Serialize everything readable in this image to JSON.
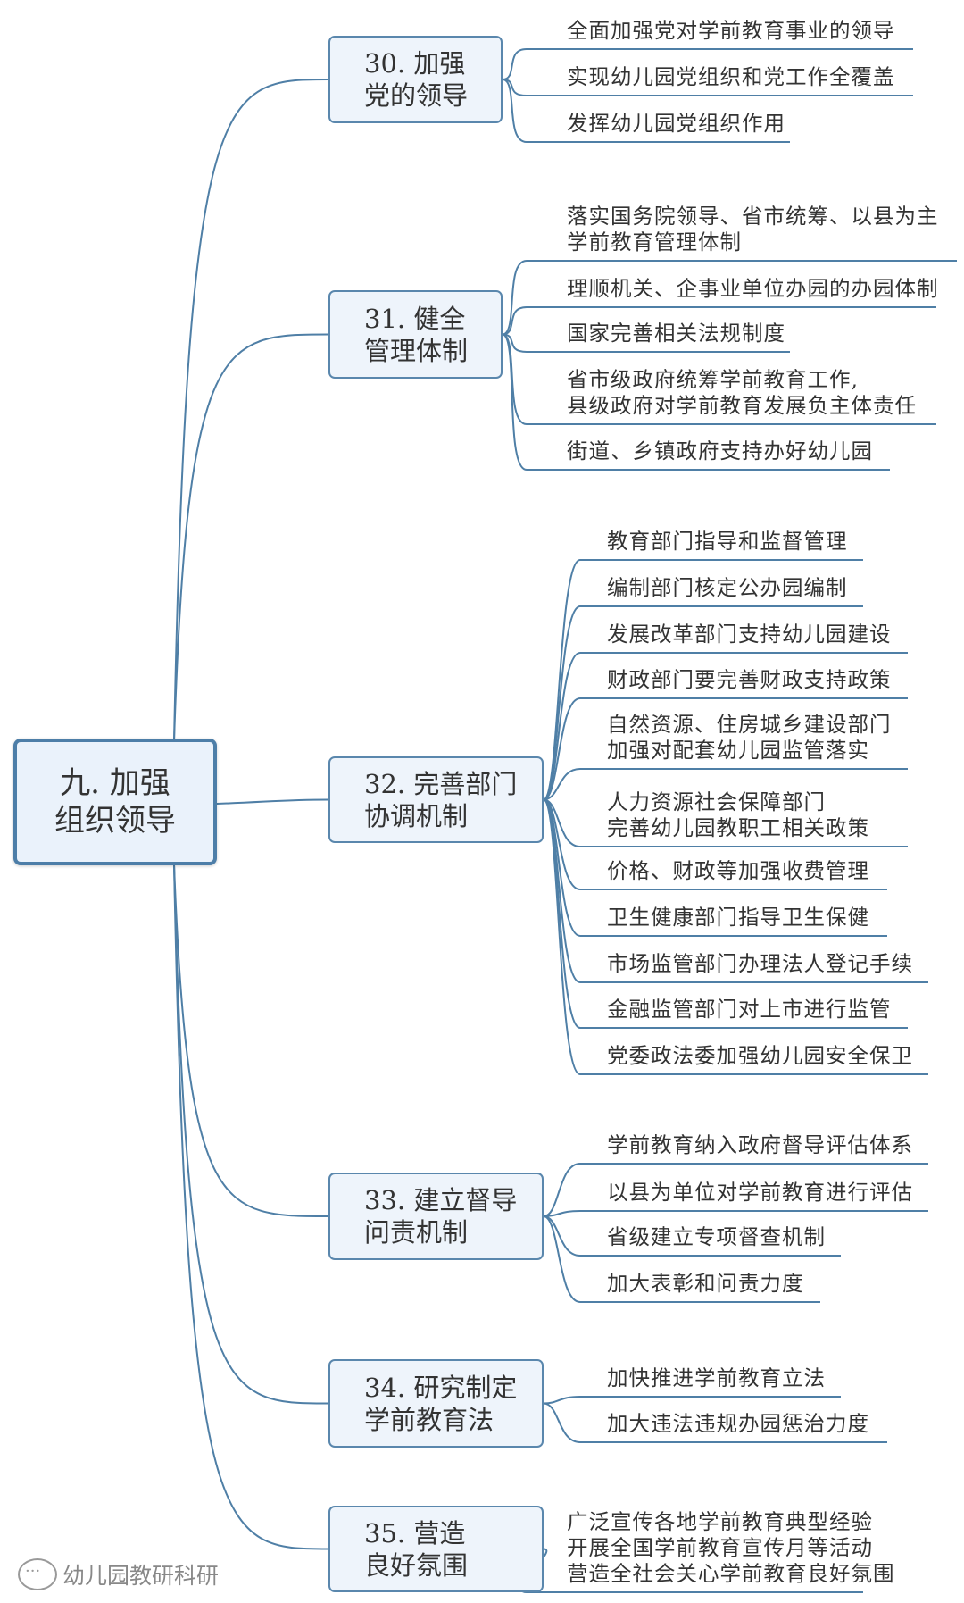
{
  "root": {
    "lines": [
      "九. 加强",
      "组织领导"
    ]
  },
  "branches": [
    {
      "lines": [
        "30. 加强",
        "党的领导"
      ],
      "leaves": [
        [
          "全面加强党对学前教育事业的领导"
        ],
        [
          "实现幼儿园党组织和党工作全覆盖"
        ],
        [
          "发挥幼儿园党组织作用"
        ]
      ]
    },
    {
      "lines": [
        "31. 健全",
        "管理体制"
      ],
      "leaves": [
        [
          "落实国务院领导、省市统筹、以县为主",
          "学前教育管理体制"
        ],
        [
          "理顺机关、企事业单位办园的办园体制"
        ],
        [
          "国家完善相关法规制度"
        ],
        [
          "省市级政府统筹学前教育工作,",
          "县级政府对学前教育发展负主体责任"
        ],
        [
          "街道、乡镇政府支持办好幼儿园"
        ]
      ]
    },
    {
      "lines": [
        "32. 完善部门",
        "协调机制"
      ],
      "leaves": [
        [
          "教育部门指导和监督管理"
        ],
        [
          "编制部门核定公办园编制"
        ],
        [
          "发展改革部门支持幼儿园建设"
        ],
        [
          "财政部门要完善财政支持政策"
        ],
        [
          "自然资源、住房城乡建设部门",
          "加强对配套幼儿园监管落实"
        ],
        [
          "人力资源社会保障部门",
          "完善幼儿园教职工相关政策"
        ],
        [
          "价格、财政等加强收费管理"
        ],
        [
          "卫生健康部门指导卫生保健"
        ],
        [
          "市场监管部门办理法人登记手续"
        ],
        [
          "金融监管部门对上市进行监管"
        ],
        [
          "党委政法委加强幼儿园安全保卫"
        ]
      ]
    },
    {
      "lines": [
        "33. 建立督导",
        "问责机制"
      ],
      "leaves": [
        [
          "学前教育纳入政府督导评估体系"
        ],
        [
          "以县为单位对学前教育进行评估"
        ],
        [
          "省级建立专项督查机制"
        ],
        [
          "加大表彰和问责力度"
        ]
      ]
    },
    {
      "lines": [
        "34. 研究制定",
        "学前教育法"
      ],
      "leaves": [
        [
          "加快推进学前教育立法"
        ],
        [
          "加大违法违规办园惩治力度"
        ]
      ]
    },
    {
      "lines": [
        "35. 营造",
        "良好氛围"
      ],
      "leaves": [
        [
          "广泛宣传各地学前教育典型经验",
          "开展全国学前教育宣传月等活动",
          "营造全社会关心学前教育良好氛围"
        ]
      ]
    }
  ],
  "watermark": "幼儿园教研科研",
  "colors": {
    "line": "#4f7fa6",
    "box_bg": "#eef4fb"
  }
}
